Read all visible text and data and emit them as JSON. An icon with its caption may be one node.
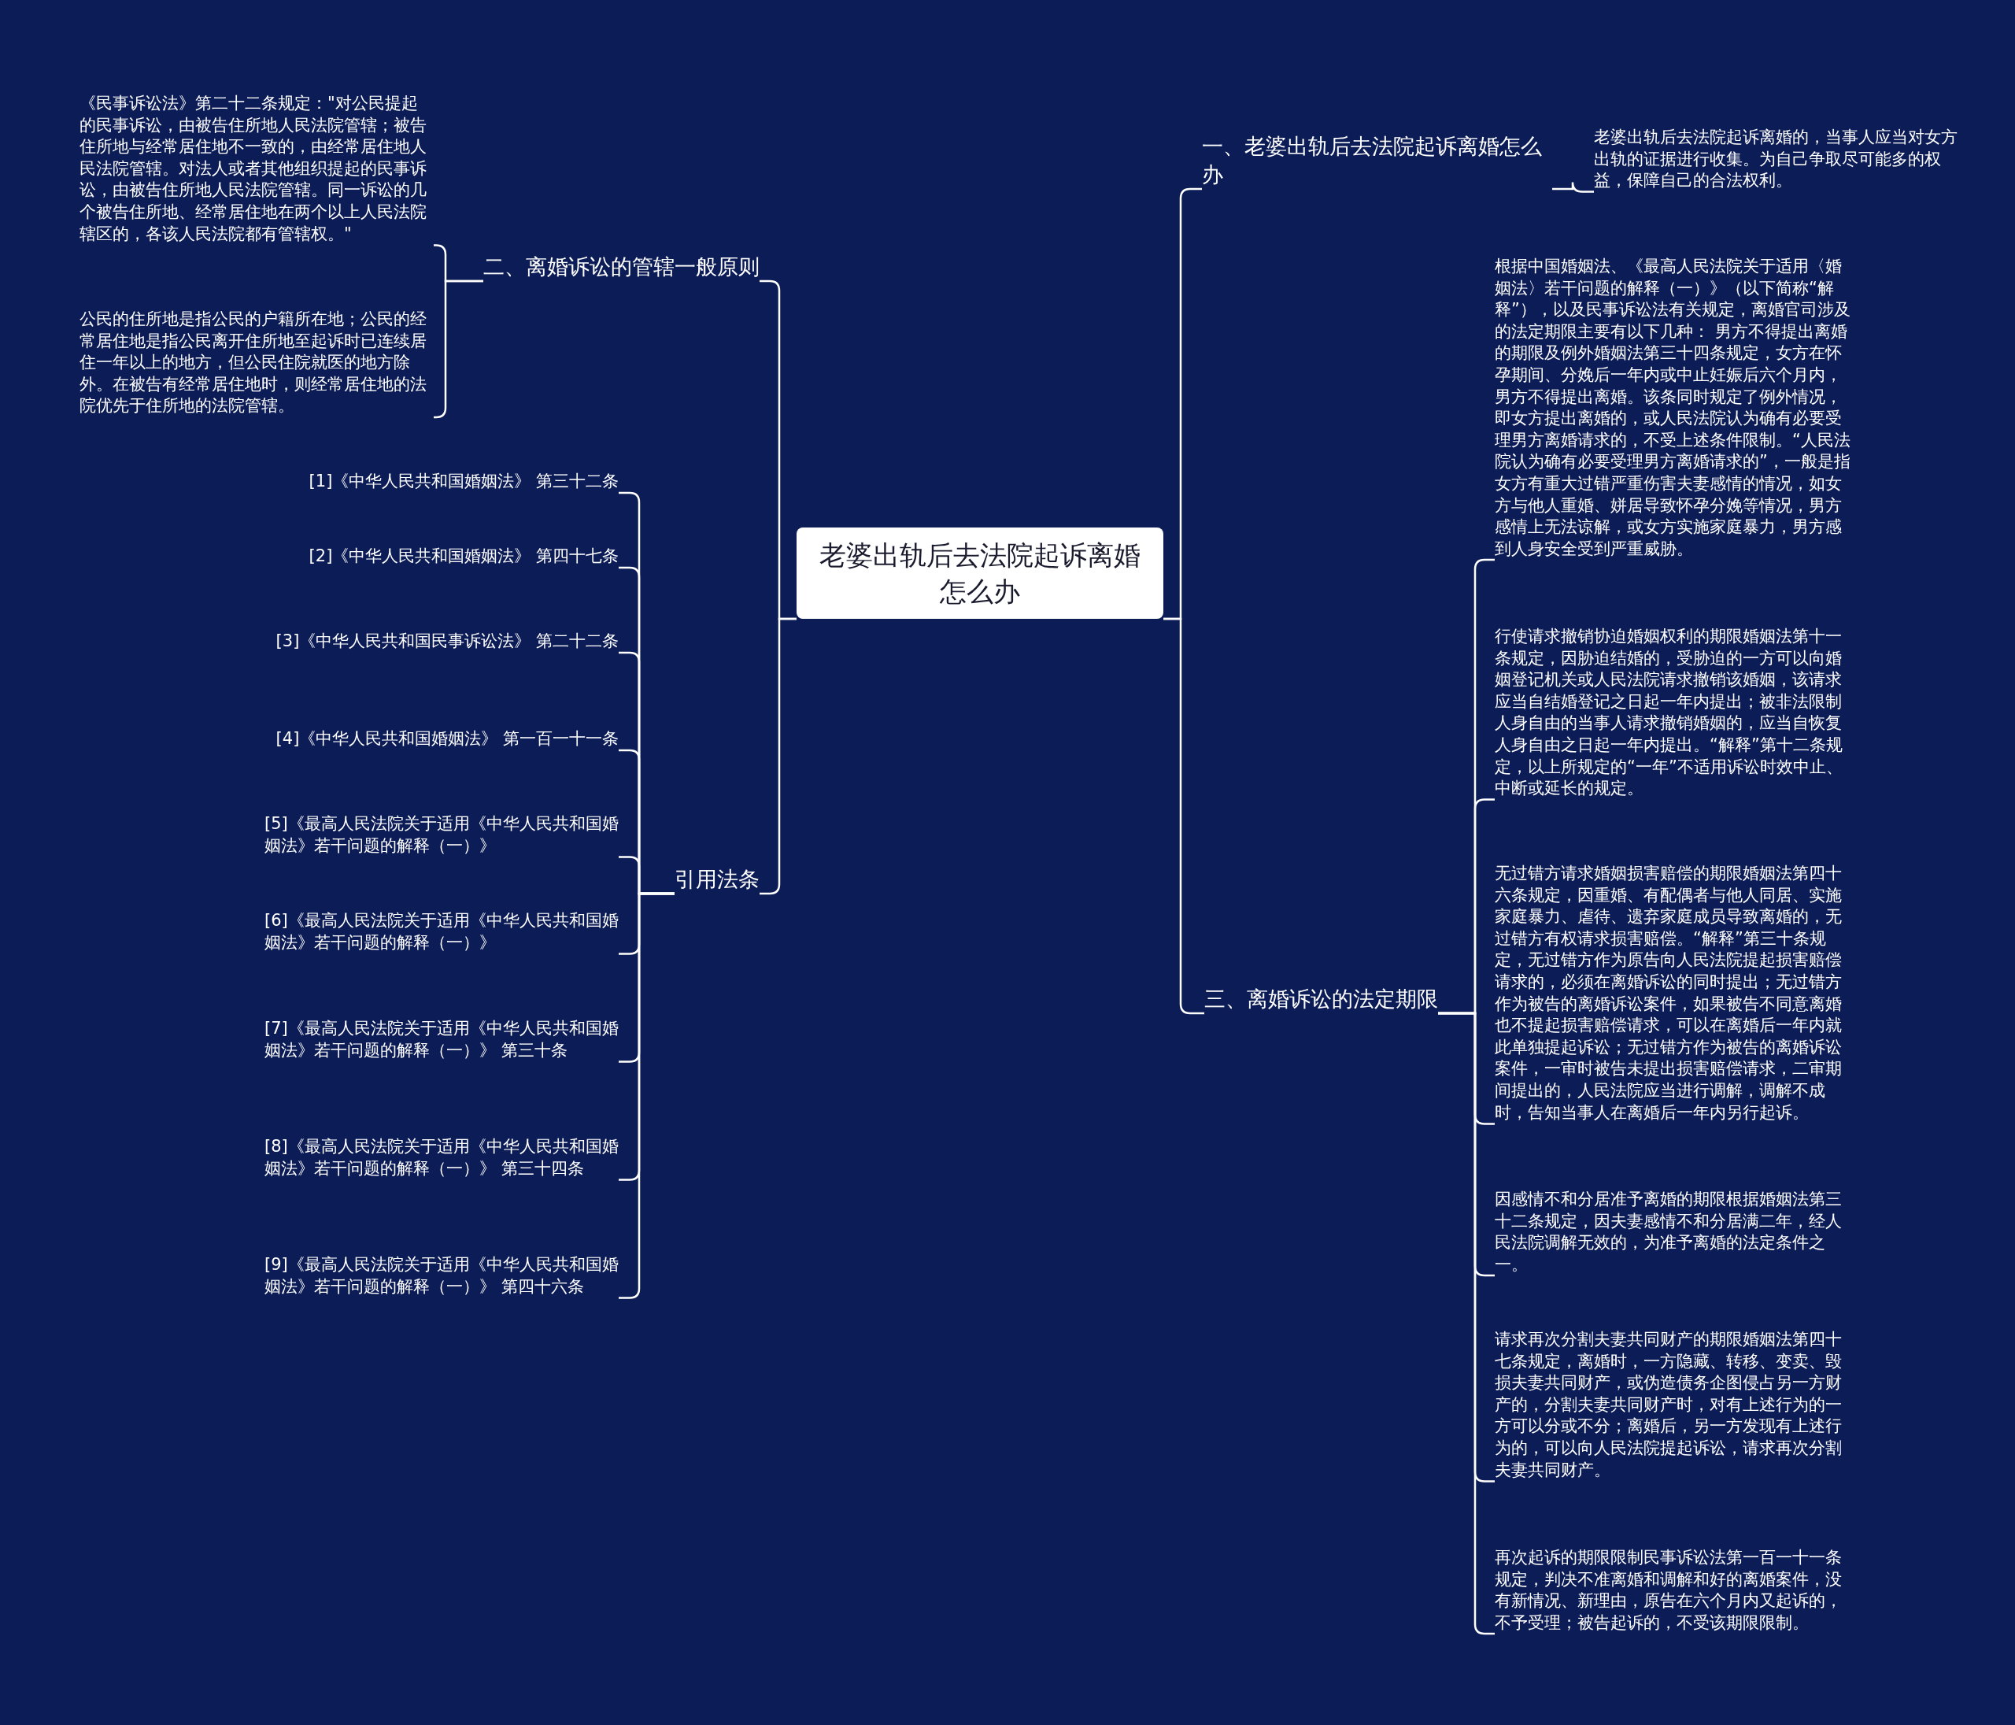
{
  "diagram": {
    "nodes": [
      {
        "text": [
          "老婆出轨后去法院起诉离婚怎么办"
        ]
      },
      {
        "text": [
          "一、老婆出轨后去法院起诉离婚怎么办"
        ]
      },
      {
        "text": [
          "老婆出轨后去法院起诉离婚的，当事人应当对女方出轨的证据进行收集。为自己争取尽可能多的权益，保障自己的合法权利。"
        ]
      },
      {
        "text": [
          "二、离婚诉讼的管辖一般原则"
        ]
      },
      {
        "text": [
          "《民事诉讼法》第二十二条规定：\"对公民提起的民事诉讼，由被告住所地人民法院管辖；被告住所地与经常居住地不一致的，由经常居住地人民法院管辖。对法人或者其他组织提起的民事诉讼，由被告住所地人民法院管辖。同一诉讼的几个被告住所地、经常居住地在两个以上人民法院辖区的，各该人民法院都有管辖权。\""
        ]
      },
      {
        "text": [
          "公民的住所地是指公民的户籍所在地；公民的经常居住地是指公民离开住所地至起诉时已连续居住一年以上的地方，但公民住院就医的地方除外。在被告有经常居住地时，则经常居住地的法院优先于住所地的法院管辖。"
        ]
      },
      {
        "text": [
          "引用法条"
        ]
      },
      {
        "text": [
          "[1]《中华人民共和国婚姻法》 第三十二条"
        ]
      },
      {
        "text": [
          "[2]《中华人民共和国婚姻法》 第四十七条"
        ]
      },
      {
        "text": [
          "[3]《中华人民共和国民事诉讼法》 第二十二条"
        ]
      },
      {
        "text": [
          "[4]《中华人民共和国婚姻法》 第一百一十一条"
        ]
      },
      {
        "text": [
          "[5]《最高人民法院关于适用《中华人民共和国婚姻法》若干问题的解释（一）》"
        ]
      },
      {
        "text": [
          "[6]《最高人民法院关于适用《中华人民共和国婚姻法》若干问题的解释（一）》"
        ]
      },
      {
        "text": [
          "[7]《最高人民法院关于适用《中华人民共和国婚姻法》若干问题的解释（一）》 第三十条"
        ]
      },
      {
        "text": [
          "[8]《最高人民法院关于适用《中华人民共和国婚姻法》若干问题的解释（一）》 第三十四条"
        ]
      },
      {
        "text": [
          "[9]《最高人民法院关于适用《中华人民共和国婚姻法》若干问题的解释（一）》 第四十六条"
        ]
      },
      {
        "text": [
          "三、离婚诉讼的法定期限"
        ]
      },
      {
        "text": [
          "根据中国婚姻法、《最高人民法院关于适用〈婚姻法〉若干问题的解释（一）》（以下简称“解释”），以及民事诉讼法有关规定，离婚官司涉及的法定期限主要有以下几种： 男方不得提出离婚的期限及例外婚姻法第三十四条规定，女方在怀孕期间、分娩后一年内或中止妊娠后六个月内，男方不得提出离婚。该条同时规定了例外情况，即女方提出离婚的，或人民法院认为确有必要受理男方离婚请求的，不受上述条件限制。“人民法院认为确有必要受理男方离婚请求的”，一般是指女方有重大过错严重伤害夫妻感情的情况，如女方与他人重婚、姘居导致怀孕分娩等情况，男方感情上无法谅解，或女方实施家庭暴力，男方感到人身安全受到严重威胁。"
        ]
      },
      {
        "text": [
          "行使请求撤销协迫婚姻权利的期限婚姻法第十一条规定，因胁迫结婚的，受胁迫的一方可以向婚姻登记机关或人民法院请求撤销该婚姻，该请求应当自结婚登记之日起一年内提出；被非法限制人身自由的当事人请求撤销婚姻的，应当自恢复人身自由之日起一年内提出。“解释”第十二条规定，以上所规定的“一年”不适用诉讼时效中止、中断或延长的规定。"
        ]
      },
      {
        "text": [
          "无过错方请求婚姻损害赔偿的期限婚姻法第四十六条规定，因重婚、有配偶者与他人同居、实施家庭暴力、虐待、遗弃家庭成员导致离婚的，无过错方有权请求损害赔偿。“解释”第三十条规定，无过错方作为原告向人民法院提起损害赔偿请求的，必须在离婚诉讼的同时提出；无过错方作为被告的离婚诉讼案件，如果被告不同意离婚也不提起损害赔偿请求，可以在离婚后一年内就此单独提起诉讼；无过错方作为被告的离婚诉讼案件，一审时被告未提出损害赔偿请求，二审期间提出的，人民法院应当进行调解，调解不成时，告知当事人在离婚后一年内另行起诉。"
        ]
      },
      {
        "text": [
          "因感情不和分居准予离婚的期限根据婚姻法第三十二条规定，因夫妻感情不和分居满二年，经人民法院调解无效的，为准予离婚的法定条件之一。"
        ]
      },
      {
        "text": [
          "请求再次分割夫妻共同财产的期限婚姻法第四十七条规定，离婚时，一方隐藏、转移、变卖、毁损夫妻共同财产，或伪造债务企图侵占另一方财产的，分割夫妻共同财产时，对有上述行为的一方可以分或不分；离婚后，另一方发现有上述行为的，可以向人民法院提起诉讼，请求再次分割夫妻共同财产。"
        ]
      },
      {
        "text": [
          "再次起诉的期限限制民事诉讼法第一百一十一条规定，判决不准离婚和调解和好的离婚案件，没有新情况、新理由，原告在六个月内又起诉的，不予受理；被告起诉的，不受该期限限制。"
        ]
      }
    ],
    "edges": [
      {
        "from": 0,
        "to": 1,
        "arrow": "none"
      },
      {
        "from": 1,
        "to": 2,
        "arrow": "none"
      },
      {
        "from": 0,
        "to": 3,
        "arrow": "none"
      },
      {
        "from": 3,
        "to": 4,
        "arrow": "none"
      },
      {
        "from": 3,
        "to": 5,
        "arrow": "none"
      },
      {
        "from": 0,
        "to": 6,
        "arrow": "none"
      },
      {
        "from": 6,
        "to": 7,
        "arrow": "none"
      },
      {
        "from": 6,
        "to": 8,
        "arrow": "none"
      },
      {
        "from": 6,
        "to": 9,
        "arrow": "none"
      },
      {
        "from": 6,
        "to": 10,
        "arrow": "none"
      },
      {
        "from": 6,
        "to": 11,
        "arrow": "none"
      },
      {
        "from": 6,
        "to": 12,
        "arrow": "none"
      },
      {
        "from": 6,
        "to": 13,
        "arrow": "none"
      },
      {
        "from": 6,
        "to": 14,
        "arrow": "none"
      },
      {
        "from": 6,
        "to": 15,
        "arrow": "none"
      },
      {
        "from": 0,
        "to": 16,
        "arrow": "none"
      },
      {
        "from": 16,
        "to": 17,
        "arrow": "none"
      },
      {
        "from": 16,
        "to": 18,
        "arrow": "none"
      },
      {
        "from": 16,
        "to": 19,
        "arrow": "none"
      },
      {
        "from": 16,
        "to": 20,
        "arrow": "none"
      },
      {
        "from": 16,
        "to": 21,
        "arrow": "none"
      },
      {
        "from": 16,
        "to": 22,
        "arrow": "none"
      }
    ]
  }
}
